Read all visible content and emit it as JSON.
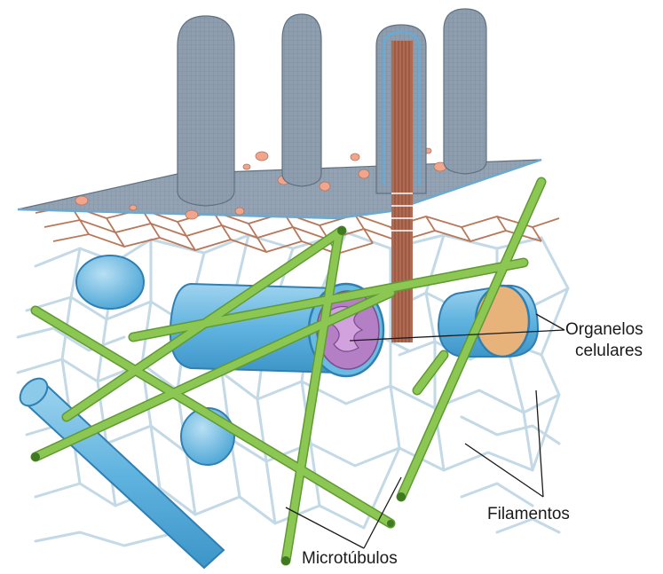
{
  "labels": {
    "organelles_line1": "Organelos",
    "organelles_line2": "celulares",
    "filaments": "Filamentos",
    "microtubules": "Microtúbulos"
  },
  "colors": {
    "membrane": "#93a3b3",
    "microvilli": "#8c9cac",
    "filament_network": "#c3d9e6",
    "microfilament_mesh": "#b8785a",
    "microtubule": "#8cc653",
    "organelle_blue": "#5fb3df",
    "organelle_orange": "#e8b27b",
    "organelle_purple": "#b47fc4",
    "membrane_bumps": "#f2a58a",
    "leader_lines": "#1a1a1a"
  }
}
